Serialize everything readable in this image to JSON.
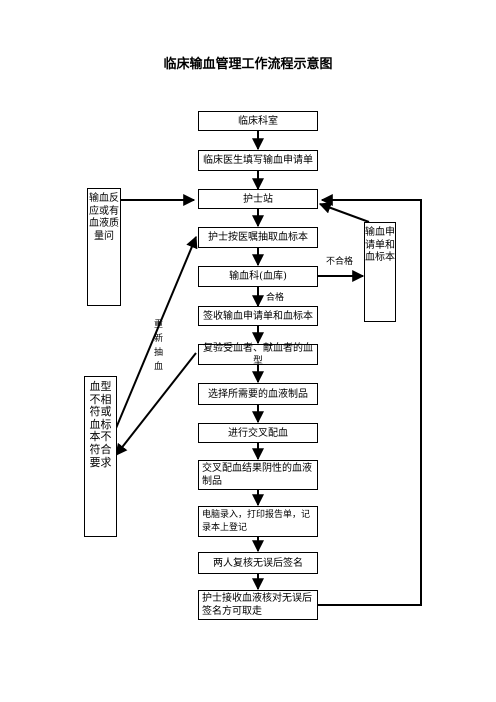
{
  "title": "临床输血管理工作流程示意图",
  "steps": [
    "临床科室",
    "临床医生填写输血申请单",
    "护士站",
    "护士按医嘱抽取血标本",
    "输血科(血库)",
    "签收输血申请单和血标本",
    "复验受血者、献血者的血型",
    "选择所需要的血液制品",
    "进行交叉配血",
    "交叉配血结果阴性的血液制品",
    "电脑录入，打印报告单，记录本上登记",
    "两人复核无误后签名",
    "护士接收血液核对无误后签名方可取走"
  ],
  "side_boxes": {
    "reaction": "输血反应或有血液质量问",
    "mismatch": "血型不相符或血标本不符合要求",
    "return_form": "输血申请单和血标本"
  },
  "labels": {
    "fail": "不合格",
    "pass": "合格",
    "redraw": "重新抽血"
  }
}
